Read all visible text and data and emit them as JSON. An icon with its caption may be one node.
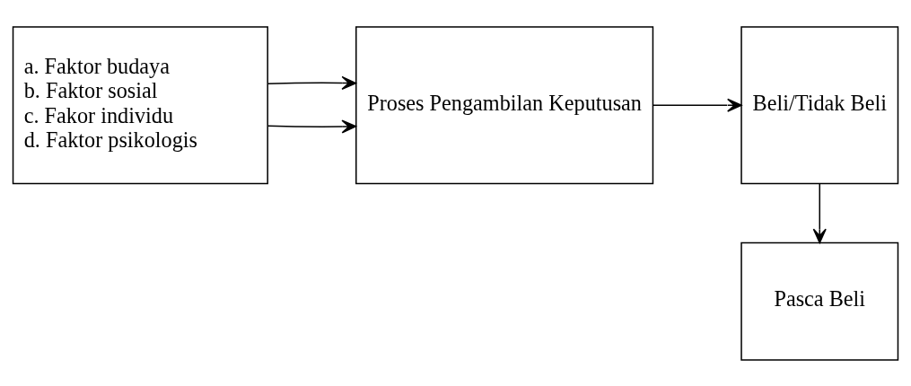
{
  "diagram": {
    "nodes": [
      {
        "text": [
          "a. Faktor budaya",
          "b. Faktor sosial",
          "c. Fakor individu",
          "d. Faktor psikologis"
        ]
      },
      {
        "text": [
          "Proses Pengambilan Keputusan"
        ]
      },
      {
        "text": [
          "Beli/Tidak Beli"
        ]
      },
      {
        "text": [
          "Pasca Beli"
        ]
      }
    ],
    "edges": [
      {
        "from": 0,
        "to": 1,
        "arrow": "to"
      },
      {
        "from": 0,
        "to": 1,
        "arrow": "to"
      },
      {
        "from": 1,
        "to": 2,
        "arrow": "to"
      },
      {
        "from": 2,
        "to": 3,
        "arrow": "to"
      }
    ]
  }
}
